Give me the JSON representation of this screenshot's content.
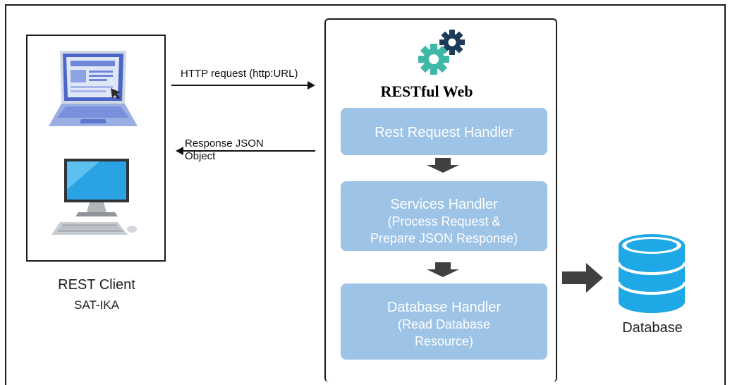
{
  "client": {
    "title": "REST Client",
    "subtitle": "SAT-IKA"
  },
  "server": {
    "title": "RESTful Web",
    "handlers": [
      {
        "title": "Rest Request Handler",
        "detail": []
      },
      {
        "title": "Services Handler",
        "detail": [
          "(Process Request &",
          "Prepare JSON Response)"
        ]
      },
      {
        "title": "Database Handler",
        "detail": [
          "(Read Database",
          "Resource)"
        ]
      }
    ]
  },
  "messages": {
    "request": "HTTP request (http:URL)",
    "response": "Response JSON Object"
  },
  "database": {
    "label": "Database"
  },
  "colors": {
    "handler_fill": "#9dc3e6",
    "database_fill": "#1ea8e6",
    "gear_teal": "#3fb8a8",
    "gear_navy": "#1e3a5a",
    "arrow": "#404040"
  }
}
